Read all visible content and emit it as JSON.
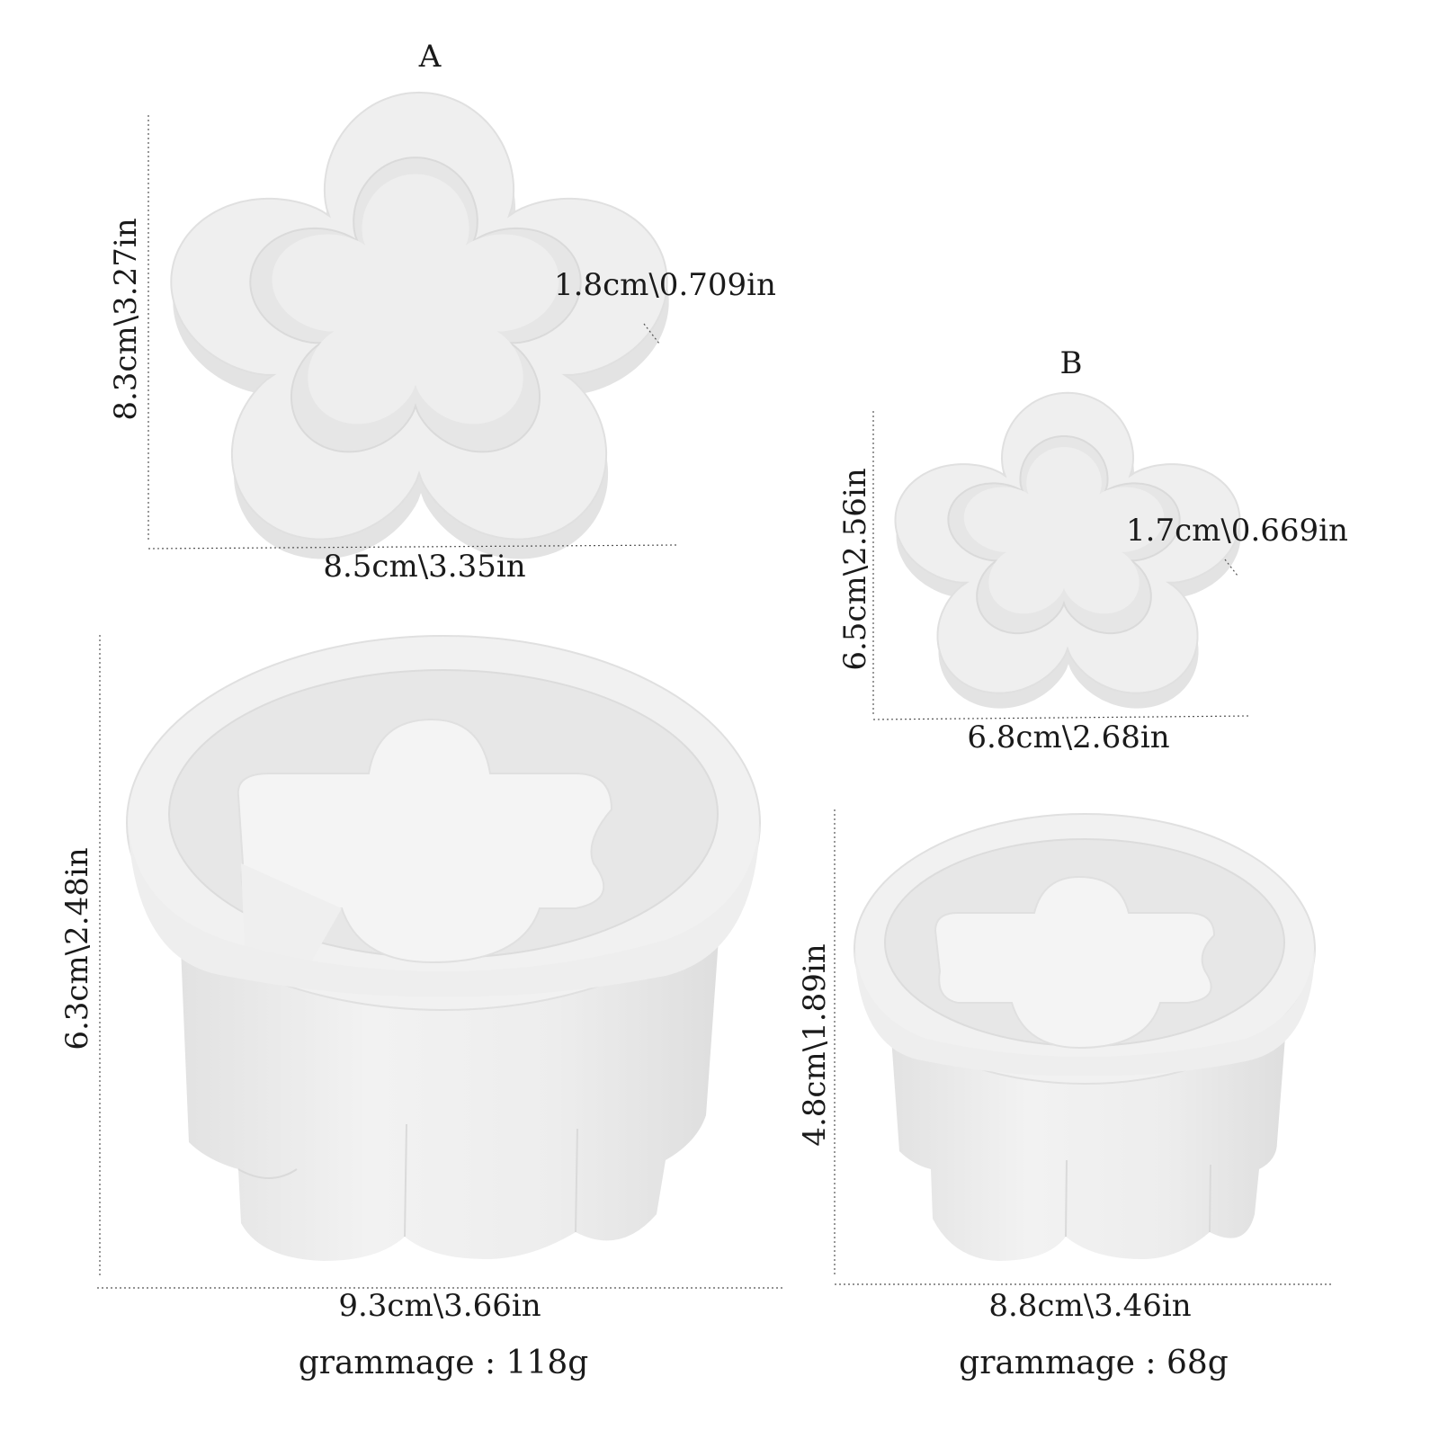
{
  "product_a": {
    "label": "A",
    "top_view": {
      "height": "8.3cm\\3.27in",
      "width": "8.5cm\\3.35in",
      "wall": "1.8cm\\0.709in"
    },
    "side_view": {
      "height": "6.3cm\\2.48in",
      "width": "9.3cm\\3.66in"
    },
    "grammage": "grammage : 118g"
  },
  "product_b": {
    "label": "B",
    "top_view": {
      "height": "6.5cm\\2.56in",
      "width": "6.8cm\\2.68in",
      "wall": "1.7cm\\0.669in"
    },
    "side_view": {
      "height": "4.8cm\\1.89in",
      "width": "8.8cm\\3.46in"
    },
    "grammage": "grammage : 68g"
  },
  "colors": {
    "mold": "#ececec",
    "mold_shadow": "#dcdcdc",
    "mold_inner": "#e2e2e2",
    "mold_highlight": "#f7f7f7",
    "dimension_line": "#555555",
    "text": "#1a1a1a"
  }
}
